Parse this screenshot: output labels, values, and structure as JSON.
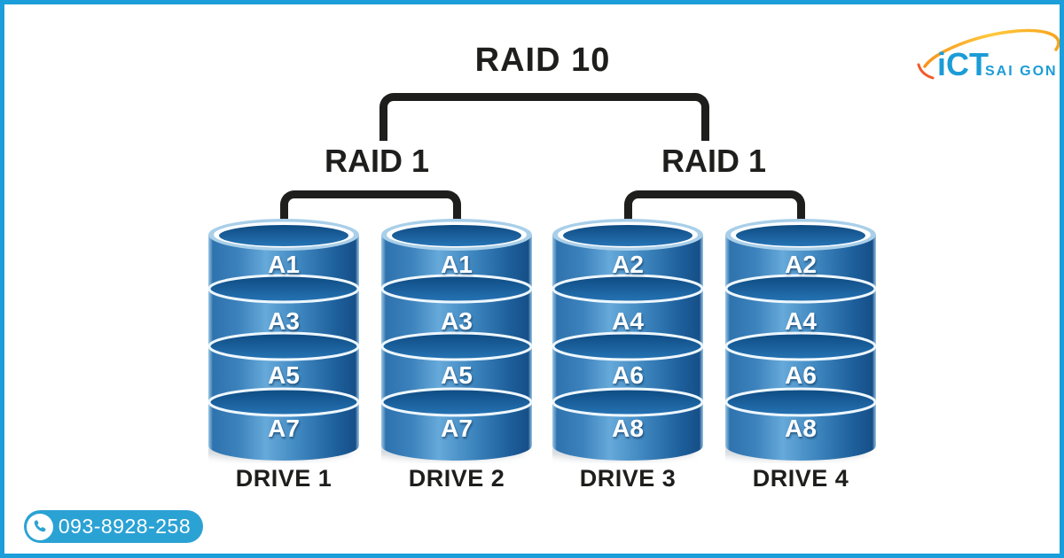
{
  "canvas": {
    "background": "#ffffff",
    "border_color": "#1b9ed9",
    "line_color": "#1e1e1c"
  },
  "diagram": {
    "title": "RAID 10",
    "groups": [
      {
        "label": "RAID 1",
        "drives": [
          {
            "name": "DRIVE 1",
            "blocks": [
              "A1",
              "A3",
              "A5",
              "A7"
            ]
          },
          {
            "name": "DRIVE 2",
            "blocks": [
              "A1",
              "A3",
              "A5",
              "A7"
            ]
          }
        ]
      },
      {
        "label": "RAID 1",
        "drives": [
          {
            "name": "DRIVE 3",
            "blocks": [
              "A2",
              "A4",
              "A6",
              "A8"
            ]
          },
          {
            "name": "DRIVE 4",
            "blocks": [
              "A2",
              "A4",
              "A6",
              "A8"
            ]
          }
        ]
      }
    ],
    "drive_colors": {
      "body_light": "#66a9da",
      "body_dark": "#174f88",
      "top_surface": "#0e4a81",
      "rim": "#a9cfe9"
    }
  },
  "contact": {
    "phone": "093-8928-258",
    "pill_color": "#2ba2d4",
    "icon": "phone-handset-icon"
  },
  "branding": {
    "logo_primary": "iCT",
    "logo_secondary": "SAI GON",
    "logo_text_color": "#1b9cd6",
    "swoosh_color_start": "#ffc93c",
    "swoosh_color_end": "#f7941d"
  }
}
